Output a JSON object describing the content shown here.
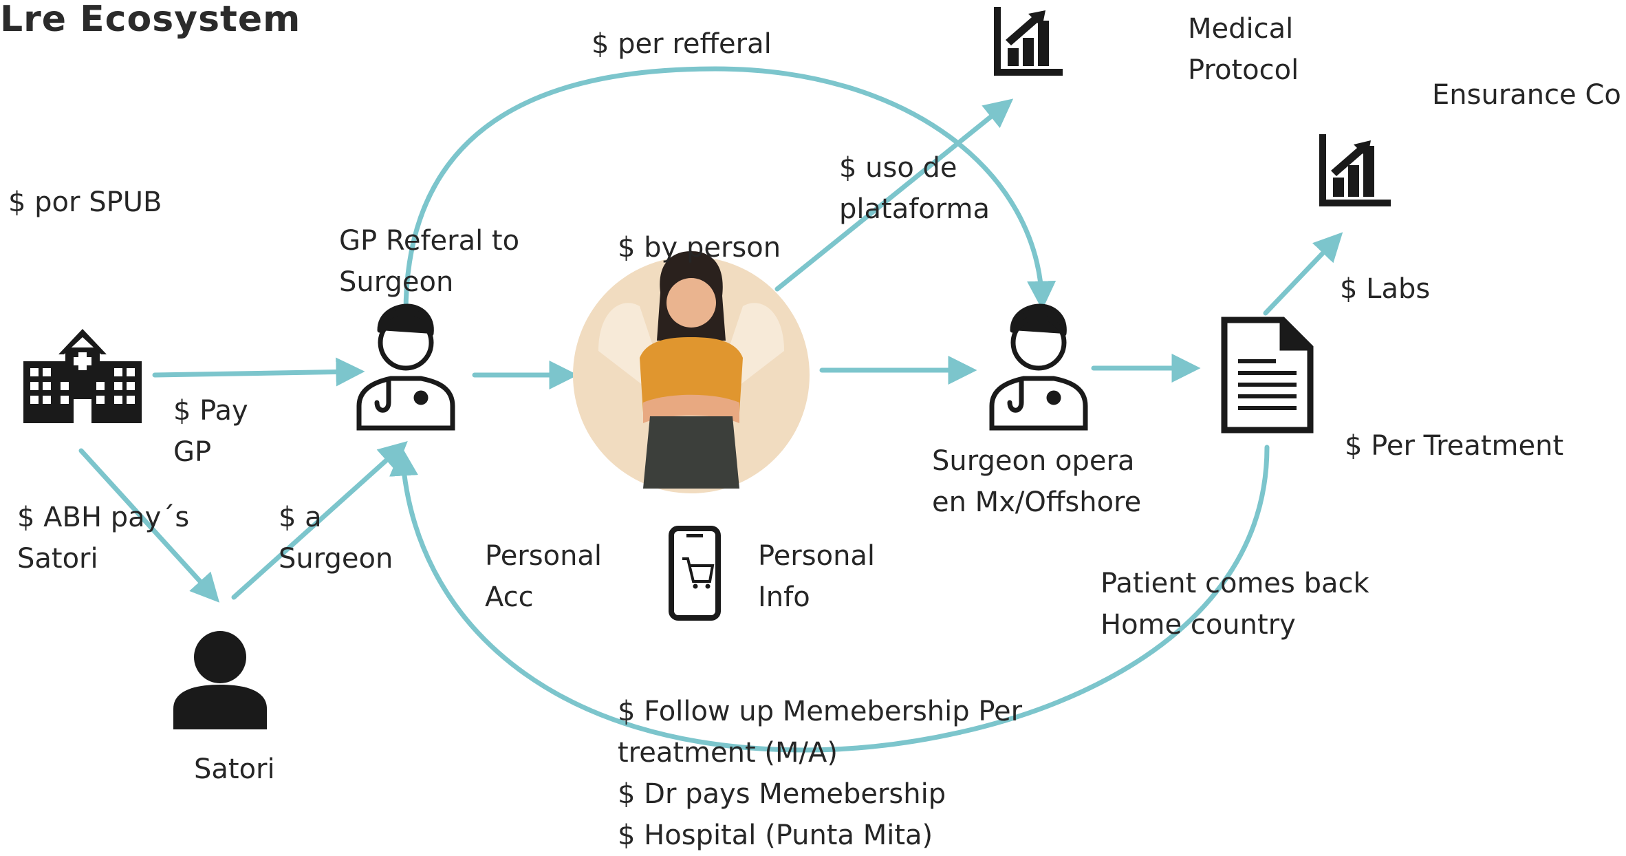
{
  "title": "Lre Ecosystem",
  "labels": {
    "per_refferal": "$ per refferal",
    "medical_protocol": [
      "Medical",
      "Protocol"
    ],
    "ensurance_co": "Ensurance Co",
    "por_spub": "$ por SPUB",
    "uso_plataforma": [
      "$ uso de",
      "plataforma"
    ],
    "gp_referal": [
      "GP Referal to",
      "Surgeon"
    ],
    "by_person": "$ by person",
    "labs": "$ Labs",
    "pay_gp": [
      "$ Pay",
      "GP"
    ],
    "per_treatment": "$ Per Treatment",
    "surgeon_opera": [
      "Surgeon opera",
      "en Mx/Offshore"
    ],
    "abh_pays": [
      "$ ABH pay´s",
      "Satori"
    ],
    "a_surgeon": [
      "$ a",
      "Surgeon"
    ],
    "personal_acc": [
      "Personal",
      "Acc"
    ],
    "personal_info": [
      "Personal",
      "Info"
    ],
    "patient_back": [
      "Patient comes back",
      "Home country"
    ],
    "satori": "Satori",
    "bottom_list": [
      "$ Follow up Memebership Per",
      "treatment (M/A)",
      "$ Dr pays Memebership",
      "$ Hospital (Punta Mita)"
    ]
  },
  "icons": [
    "hospital-icon",
    "doctor-icon",
    "patient-photo",
    "doctor-icon",
    "document-icon",
    "chart-icon",
    "chart-icon",
    "person-icon",
    "mobile-cart-icon"
  ],
  "colors": {
    "arrow": "#7cc5cc",
    "icon": "#1a1a1a",
    "circle": "#f1dcc0"
  }
}
